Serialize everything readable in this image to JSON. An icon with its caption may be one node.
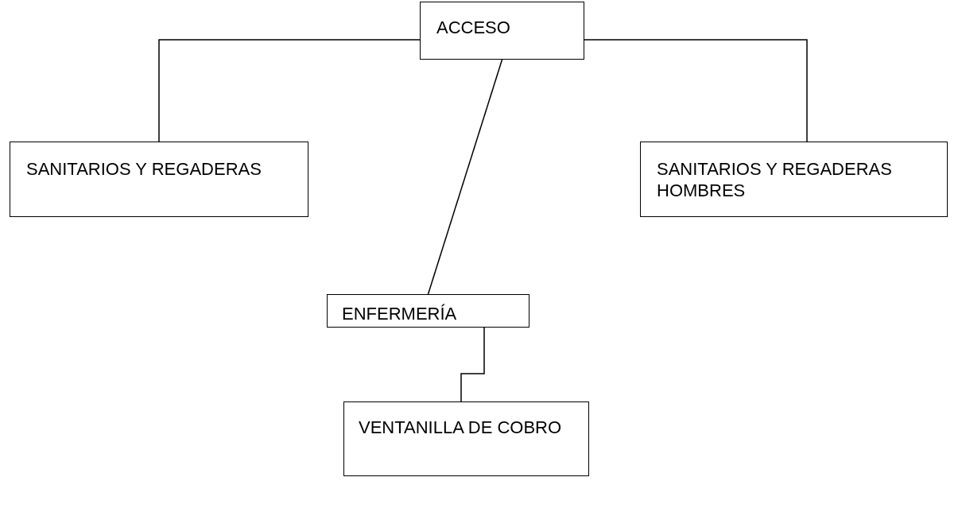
{
  "diagram": {
    "nodes": [
      {
        "text": [
          "ACCESO"
        ]
      },
      {
        "text": [
          "SANITARIOS Y REGADERAS"
        ]
      },
      {
        "text": [
          "SANITARIOS Y REGADERAS HOMBRES"
        ]
      },
      {
        "text": [
          "ENFERMERÍA"
        ]
      },
      {
        "text": [
          "VENTANILLA DE COBRO"
        ]
      }
    ],
    "edges": [
      {
        "from": 0,
        "to": 1,
        "arrow": "none"
      },
      {
        "from": 0,
        "to": 2,
        "arrow": "none"
      },
      {
        "from": 0,
        "to": 3,
        "arrow": "none"
      },
      {
        "from": 3,
        "to": 4,
        "arrow": "none"
      }
    ]
  }
}
